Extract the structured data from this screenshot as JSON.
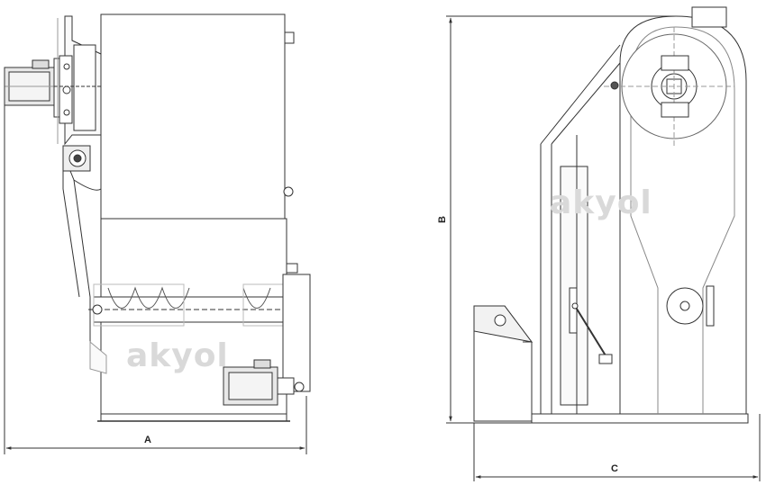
{
  "dimensions": {
    "a": "A",
    "b": "B",
    "c": "C"
  },
  "watermark": {
    "left": "akyol",
    "right": "akyol"
  },
  "colors": {
    "line": "#333333",
    "light": "#9a9a9a",
    "fill": "#ececec",
    "watermark": "#d9d9d9"
  }
}
